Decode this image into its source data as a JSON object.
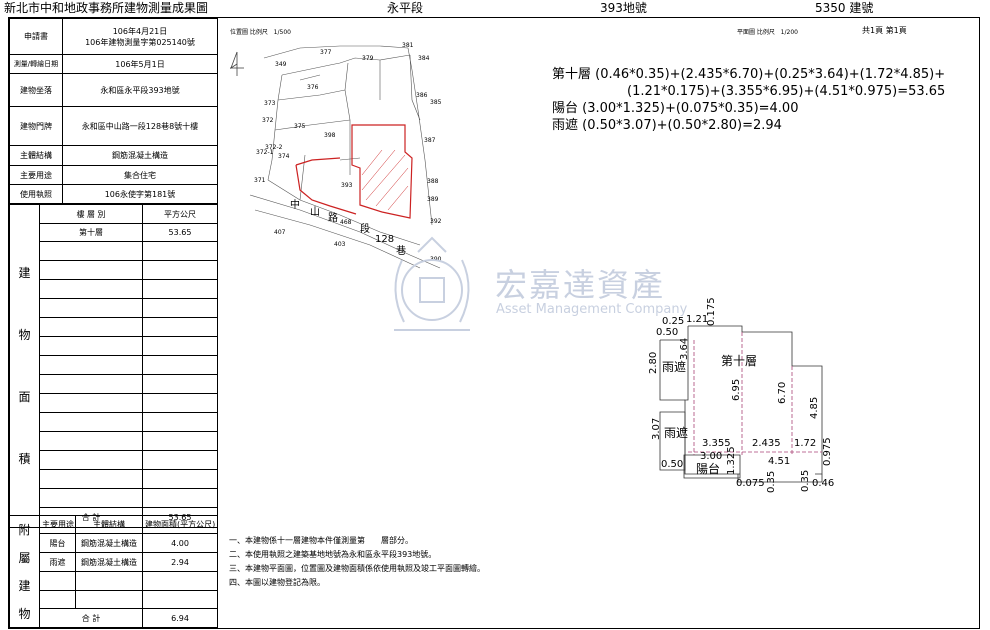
{
  "header": {
    "office_title": "新北市中和地政事務所建物測量成果圖",
    "section": "永平段",
    "land_no": "393地號",
    "building_no": "5350 建號"
  },
  "left_table": {
    "rows": [
      {
        "label": "申請書",
        "value_line1": "106年4月21日",
        "value_line2": "106年建物測量字第025140號"
      },
      {
        "label": "測量/轉繪日期",
        "value": "106年5月1日"
      },
      {
        "label": "建物坐落",
        "value": "永和區永平段393地號"
      },
      {
        "label": "建物門牌",
        "value": "永和區中山路一段128巷8號十樓"
      },
      {
        "label": "主體結構",
        "value": "鋼筋混凝土構造"
      },
      {
        "label": "主要用途",
        "value": "集合住宅"
      },
      {
        "label": "使用執照",
        "value": "106永使字第181號"
      }
    ],
    "area_header": {
      "floor": "樓 層 別",
      "sqm": "平方公尺"
    },
    "area_side": [
      "建",
      "物",
      "面",
      "積"
    ],
    "area_rows": [
      {
        "floor": "第十層",
        "sqm": "53.65"
      }
    ],
    "area_total": {
      "label": "合 計",
      "value": "53.65"
    },
    "annex_side": [
      "附",
      "屬",
      "建",
      "物"
    ],
    "annex_header": {
      "use": "主要用途",
      "struct": "主體結構",
      "area": "建物面積(平方公尺)"
    },
    "annex_rows": [
      {
        "use": "陽台",
        "struct": "鋼筋混凝土構造",
        "area": "4.00"
      },
      {
        "use": "雨遮",
        "struct": "鋼筋混凝土構造",
        "area": "2.94"
      }
    ],
    "annex_total": {
      "label": "合 計",
      "value": "6.94"
    }
  },
  "location_map": {
    "title": "位置圖 比例尺",
    "scale": "1/500",
    "parcels": [
      "377",
      "379",
      "381",
      "384",
      "349",
      "376",
      "386",
      "385",
      "373",
      "372",
      "375",
      "398",
      "387",
      "372-1",
      "372-2",
      "374",
      "371",
      "393",
      "388",
      "389",
      "392",
      "407",
      "468",
      "403",
      "390"
    ],
    "road_chars": [
      "中",
      "山",
      "路",
      "段",
      "128",
      "巷"
    ]
  },
  "plan": {
    "title": "平面圖 比例尺",
    "scale": "1/200",
    "pages": "共1頁 第1頁",
    "labels": {
      "tenth_floor": "第十層",
      "canopy": "雨遮",
      "canopy2": "雨遮",
      "balcony": "陽台"
    },
    "dims": [
      "0.25",
      "1.21",
      "0.175",
      "0.50",
      "3.64",
      "2.80",
      "6.95",
      "6.70",
      "4.85",
      "3.07",
      "3.355",
      "2.435",
      "1.72",
      "3.00",
      "4.51",
      "0.975",
      "0.50",
      "1.325",
      "0.075",
      "0.35",
      "0.35",
      "0.46"
    ]
  },
  "formula": {
    "line1": "第十層 (0.46*0.35)+(2.435*6.70)+(0.25*3.64)+(1.72*4.85)+",
    "line2": "(1.21*0.175)+(3.355*6.95)+(4.51*0.975)=53.65",
    "line3": "陽台 (3.00*1.325)+(0.075*0.35)=4.00",
    "line4": "雨遮 (0.50*3.07)+(0.50*2.80)=2.94"
  },
  "watermark": {
    "cn": "宏嘉達資產",
    "en": "Asset Management Company"
  },
  "notes": [
    "一、本建物係十一層建物本件僅測量第　　層部分。",
    "二、本使用執照之建築基地地號為永和區永平段393地號。",
    "三、本建物平面圖，位置圖及建物面積係依使用執照及竣工平面圖轉繪。",
    "四、本圖以建物登記為限。"
  ],
  "colors": {
    "parcel_red": "#cc2222",
    "watermark": "#c8d0e0"
  }
}
